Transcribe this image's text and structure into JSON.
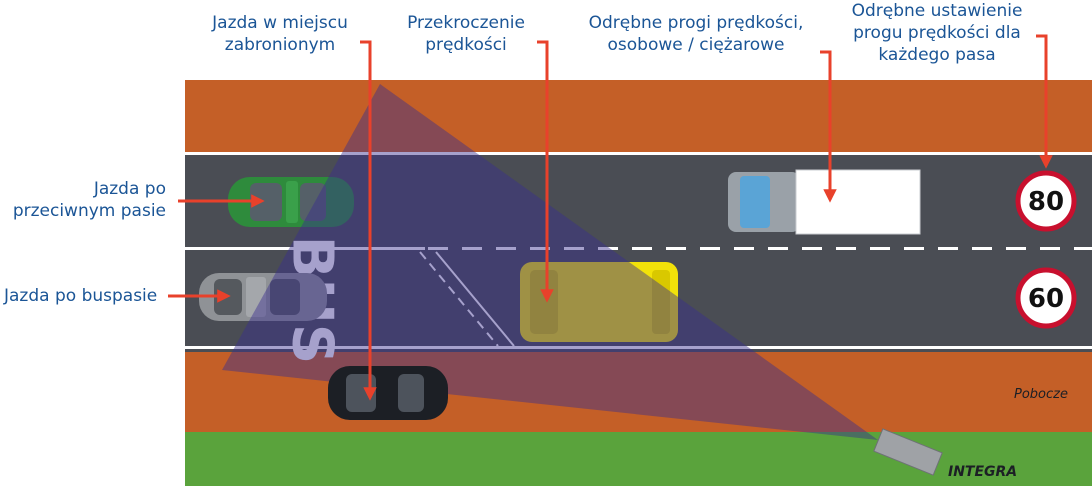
{
  "labels": {
    "forbidden": [
      "Jazda w miejscu",
      "zabronionym"
    ],
    "speeding": [
      "Przekroczenie",
      "prędkości"
    ],
    "thresholds": [
      "Odrębne progi prędkości,",
      "osobowe / ciężarowe"
    ],
    "per_lane": [
      "Odrębne ustawienie",
      "progu prędkości dla",
      "każdego pasa"
    ],
    "wrong_way": [
      "Jazda po",
      "przeciwnym pasie"
    ],
    "bus_lane": "Jazda po buspasie"
  },
  "road_marking": "BUS",
  "signs": {
    "top": "80",
    "bottom": "60"
  },
  "shoulder_label": "Pobocze",
  "device_label": "INTEGRA",
  "colors": {
    "label": "#1b5596",
    "arrow": "#e8412b",
    "sign_ring": "#c8102e",
    "asphalt": "#4a4d54",
    "soil": "#c45f27",
    "grass": "#5aa33c",
    "camera_beam": "#3a2f8f",
    "car_green": "#2e8b3c",
    "car_grey": "#8f9296",
    "car_black": "#1c1f25",
    "van_yellow": "#f2e20a",
    "truck_cab": "#9aa1a8"
  }
}
